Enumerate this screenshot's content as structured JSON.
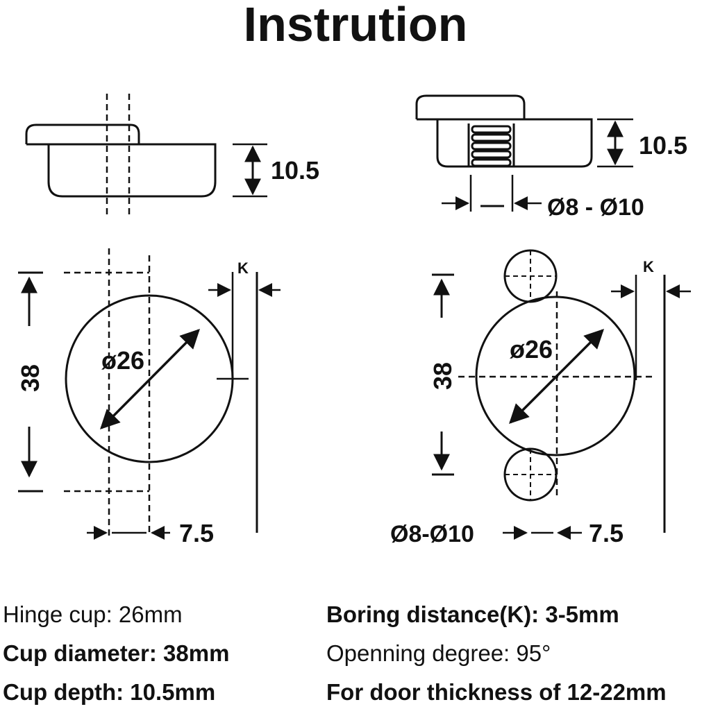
{
  "title": "Instrution",
  "diagram": {
    "left": {
      "depth_label": "10.5",
      "height_label": "38",
      "diameter_label": "ø26",
      "offset_label": "7.5",
      "boring_label": "K"
    },
    "right": {
      "depth_label": "10.5",
      "screw_label": "Ø8 - Ø10",
      "height_label": "38",
      "diameter_label": "ø26",
      "hole_label": "Ø8-Ø10",
      "offset_label": "7.5",
      "boring_label": "K"
    }
  },
  "specs": {
    "hinge_cup": "Hinge cup: 26mm",
    "cup_diameter": "Cup diameter: 38mm",
    "cup_depth": "Cup depth: 10.5mm",
    "boring_distance": "Boring distance(K): 3-5mm",
    "opening_degree": "Openning degree: 95°",
    "door_thickness": "For door thickness of 12-22mm"
  },
  "colors": {
    "ink": "#111111",
    "background": "#ffffff"
  }
}
